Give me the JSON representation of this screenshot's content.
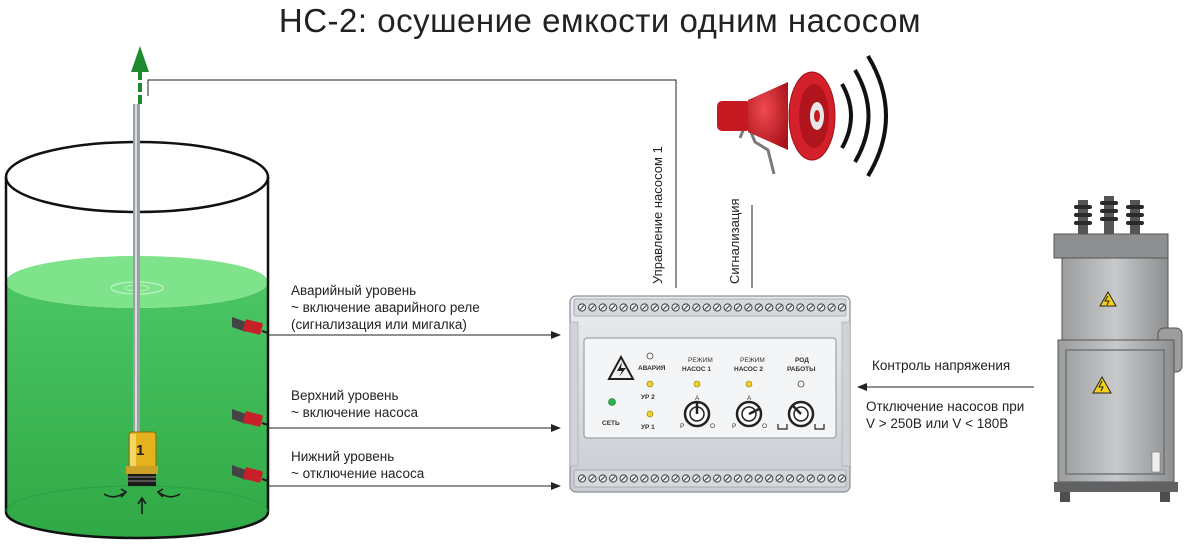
{
  "title": "НС-2: осушение емкости одним насосом",
  "levels": {
    "emergency": {
      "line1": "Аварийный уровень",
      "line2": "~ включение аварийного реле",
      "line3": "(сигнализация или мигалка)"
    },
    "upper": {
      "line1": "Верхний уровень",
      "line2": "~ включение насоса"
    },
    "lower": {
      "line1": "Нижний уровень",
      "line2": "~ отключение насоса"
    }
  },
  "wires": {
    "pump_control": "Управление насосом 1",
    "signaling": "Сигнализация"
  },
  "voltage": {
    "label": "Контроль напряжения",
    "cutoff_line1": "Отключение насосов при",
    "cutoff_line2": "V > 250В или V < 180В"
  },
  "pump_marker": "1",
  "device": {
    "alarm": "АВАРИЯ",
    "net": "СЕТЬ",
    "level2": "УР 2",
    "level1": "УР 1",
    "mode_small_1": "РЕЖИМ",
    "pump1": "НАСОС 1",
    "mode_small_2": "РЕЖИМ",
    "pump2": "НАСОС 2",
    "work_type_1": "РОД",
    "work_type_2": "РАБОТЫ",
    "knob_marks": {
      "top": "А",
      "left": "Р",
      "right": "О"
    }
  },
  "colors": {
    "water": "#3cb954",
    "water_top": "#7fe38b",
    "arrow_green": "#1f8a2f",
    "probe_red": "#c8202a",
    "led_yellow": "#f2d12a",
    "led_green": "#2db34a",
    "horn_red": "#d4202a"
  }
}
